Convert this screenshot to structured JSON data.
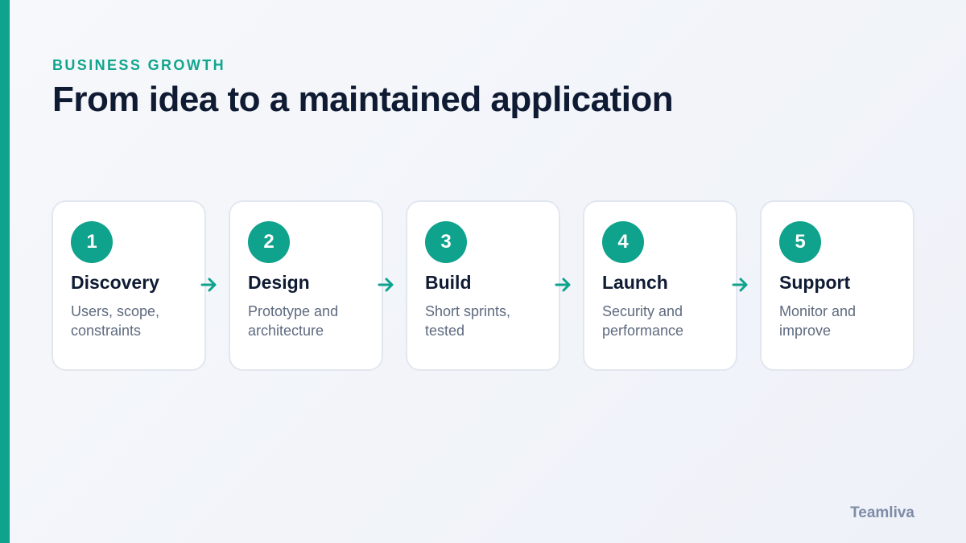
{
  "header": {
    "eyebrow": "BUSINESS GROWTH",
    "title": "From idea to a maintained application"
  },
  "steps": [
    {
      "number": "1",
      "title": "Discovery",
      "description": "Users, scope, constraints"
    },
    {
      "number": "2",
      "title": "Design",
      "description": "Prototype and architecture"
    },
    {
      "number": "3",
      "title": "Build",
      "description": "Short sprints, tested"
    },
    {
      "number": "4",
      "title": "Launch",
      "description": "Security and performance"
    },
    {
      "number": "5",
      "title": "Support",
      "description": "Monitor and improve"
    }
  ],
  "footer": {
    "brand": "Teamliva"
  },
  "colors": {
    "accent": "#0fa28c",
    "heading": "#0f1b33",
    "body_text": "#5e6a7f",
    "brand_text": "#7f8ca8"
  },
  "icons": {
    "connector": "arrow-right-icon"
  }
}
